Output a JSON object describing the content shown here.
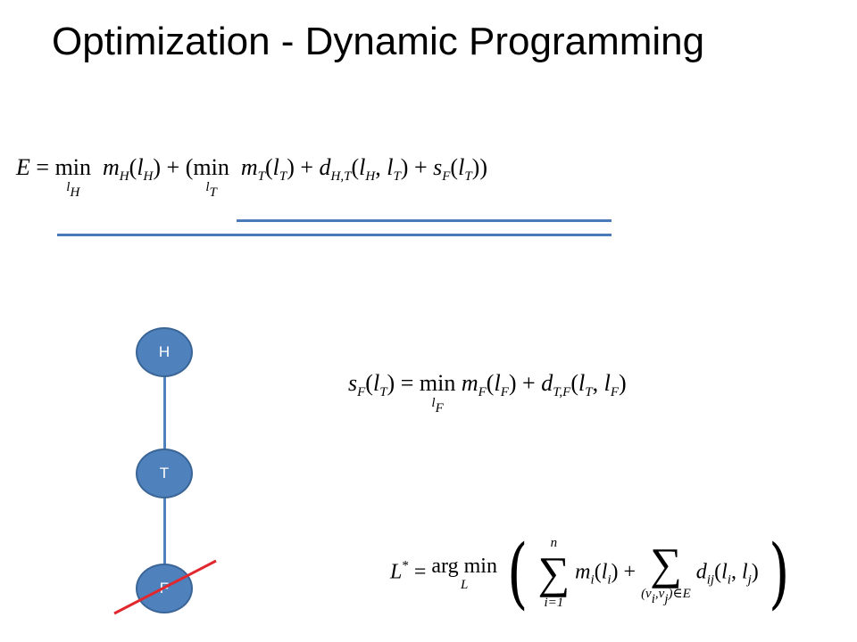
{
  "title": "Optimization - Dynamic Programming",
  "equations": {
    "energy": {
      "lhs": "E",
      "min1_op": "min",
      "min1_under": "l",
      "min1_under_sub": "H",
      "term1": "m",
      "term1_sub": "H",
      "term1_arg": "l",
      "term1_arg_sub": "H",
      "min2_op": "min",
      "min2_under": "l",
      "min2_under_sub": "T",
      "term2": "m",
      "term2_sub": "T",
      "term2_arg_sub": "T",
      "term3": "d",
      "term3_sub": "H,T",
      "term4": "s",
      "term4_sub": "F"
    },
    "message": {
      "lhs_sub": "F",
      "lhs_arg_sub": "T",
      "min_op": "min",
      "min_under": "l",
      "min_under_sub": "F",
      "term1_sub": "F",
      "term2_sub": "T,F"
    },
    "argmin": {
      "lhs": "L",
      "op": "arg min",
      "op_under": "L",
      "sum1_over": "n",
      "sum1_under": "i=1",
      "term1": "m",
      "term1_sub": "i",
      "sum2_under": "(v",
      "sum2_under_rest": "∈E",
      "term2": "d",
      "term2_sub": "ij"
    }
  },
  "graph": {
    "nodes": [
      {
        "id": "H",
        "label": "H"
      },
      {
        "id": "T",
        "label": "T"
      },
      {
        "id": "F",
        "label": "F"
      }
    ],
    "edges": [
      [
        "H",
        "T"
      ],
      [
        "T",
        "F"
      ]
    ],
    "crossed_out": "F",
    "node_color": "#4f81bd",
    "cross_color": "#e0282e",
    "brace_color": "#4a7ab8"
  }
}
